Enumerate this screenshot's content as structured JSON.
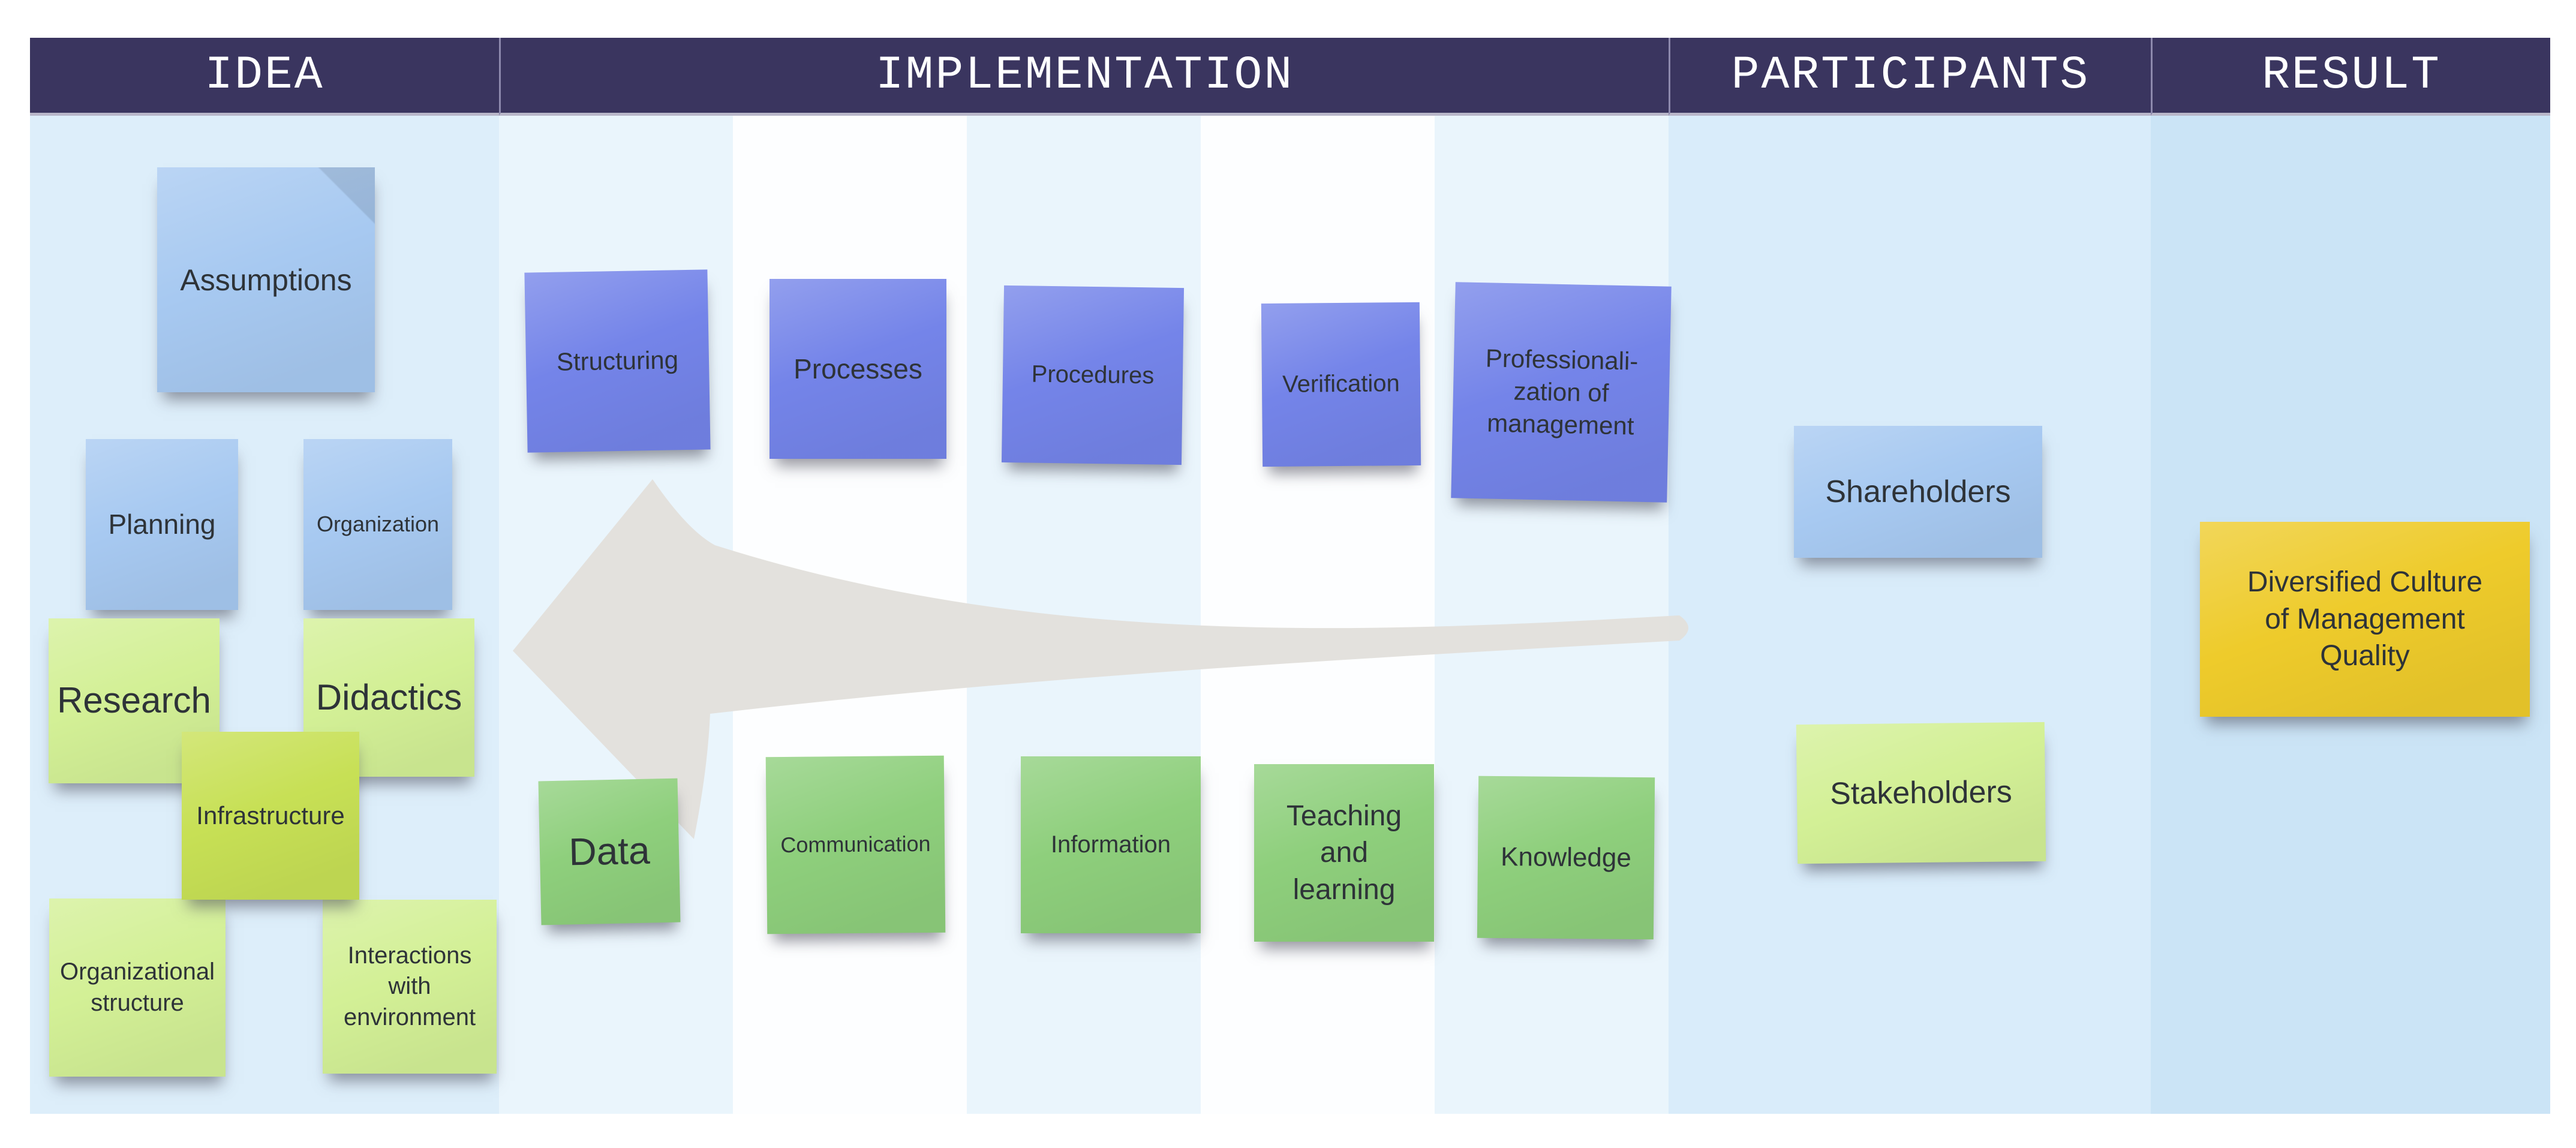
{
  "header": {
    "idea": "IDEA",
    "implementation": "IMPLEMENTATION",
    "participants": "PARTICIPANTS",
    "result": "RESULT"
  },
  "idea_column": {
    "assumptions": "Assumptions",
    "planning": "Planning",
    "organization": "Organization",
    "research": "Research",
    "didactics": "Didactics",
    "infrastructure": "Infrastructure",
    "organizational_structure": "Organizational\nstructure",
    "interactions": "Interactions\nwith\nenvironment"
  },
  "implementation_column": {
    "structuring": "Structuring",
    "processes": "Processes",
    "procedures": "Procedures",
    "verification": "Verification",
    "professionalization": "Professionali-\nzation of\nmanagement",
    "data": "Data",
    "communication": "Communication",
    "information": "Information",
    "teaching_and_learning": "Teaching\nand\nlearning",
    "knowledge": "Knowledge"
  },
  "participants_column": {
    "shareholders": "Shareholders",
    "stakeholders": "Stakeholders"
  },
  "result_column": {
    "diversified_culture": "Diversified Culture\nof Management\nQuality"
  },
  "arrow": {
    "semantic": "flow-arrow",
    "direction": "right-to-left",
    "color": "#e2e0dc"
  },
  "colors": {
    "header_bg": "#3a355f",
    "header_text": "#ffffff",
    "idea_lane_bg": "#ddeefa",
    "implementation_stripe_bg": "#eaf5fc",
    "implementation_white_bg": "#fdfeff",
    "participants_lane_bg": "#d9ecfa",
    "result_lane_bg": "#cbe4f6",
    "note_blue": "#a7c9f1",
    "note_purple": "#7484e9",
    "note_green": "#8ecf7c",
    "note_lime": "#d3f096",
    "note_olive": "#c7e055",
    "note_gold": "#eecb2b",
    "note_text": "#2e3338"
  }
}
